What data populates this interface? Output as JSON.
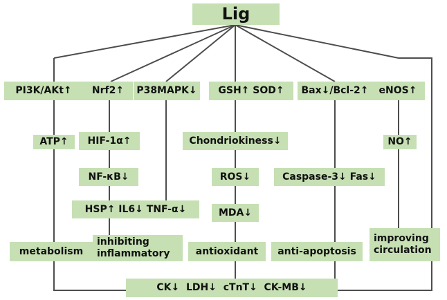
{
  "colors": {
    "box_fill": "#c6e0b4",
    "line": "#4d4d4d",
    "text": "#111111"
  },
  "nodes": {
    "root": "Lig",
    "pi3k": "PI3K/AKt↑",
    "nrf2": "Nrf2↑",
    "p38": "P38MAPK↓",
    "gsh_sod": "GSH↑ SOD↑",
    "bax_bcl2": "Bax↓/Bcl-2↑",
    "enos": "eNOS↑",
    "atp": "ATP↑",
    "hif": "HIF-1α↑",
    "chondriokiness": "Chondriokiness↓",
    "no": "NO↑",
    "nfkb": "NF-κB↓",
    "ros": "ROS↓",
    "caspase_fas": "Caspase-3↓ Fas↓",
    "hsp_il6_tnf": "HSP↑ IL6↓ TNF-α↓",
    "mda": "MDA↓",
    "metabolism": "metabolism",
    "inhibiting_line1": "inhibiting",
    "inhibiting_line2": "inflammatory",
    "antioxidant": "antioxidant",
    "anti_apoptosis": "anti-apoptosis",
    "improving_line1": "improving",
    "improving_line2": "circulation",
    "markers": "CK↓  LDH↓  cTnT↓  CK-MB↓"
  }
}
